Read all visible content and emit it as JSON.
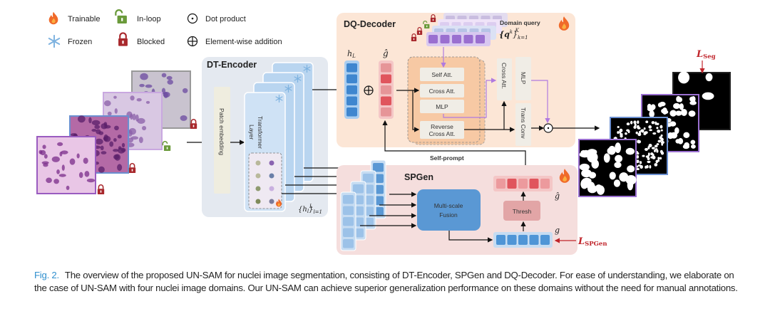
{
  "legend": {
    "trainable": "Trainable",
    "in_loop": "In-loop",
    "dot_product": "Dot product",
    "frozen": "Frozen",
    "blocked": "Blocked",
    "addition": "Element-wise addition"
  },
  "encoder": {
    "title": "DT-Encoder",
    "patch_embedding": "Patch embedding",
    "transformer_line1": "Transformer",
    "transformer_line2": "Layer",
    "features_label": {
      "base": "{h",
      "sub_inner": "l",
      "close": "}",
      "sub": "l=1",
      "sup": "L"
    }
  },
  "decoder": {
    "title": "DQ-Decoder",
    "domain_query": "Domain query",
    "query_label": {
      "base": "{q",
      "sup_inner": "k",
      "close": "}",
      "sub": "k=1",
      "sup": "K"
    },
    "h_label": {
      "base": "h",
      "sub": "L"
    },
    "g_hat": "ĝ",
    "self_att": "Self Att.",
    "cross_att": "Cross Att.",
    "mlp": "MLP",
    "reverse_line1": "Reverse",
    "reverse_line2": "Cross Att.",
    "cross_att_vertical": "Cross Att.",
    "mlp_vertical": "MLP",
    "trans_conv": "Trans Conv"
  },
  "self_prompt": "Self-prompt",
  "spgen": {
    "title": "SPGen",
    "fusion_line1": "Multi-scale",
    "fusion_line2": "Fusion",
    "thresh": "Thresh",
    "g_hat": "ĝ",
    "g": "g"
  },
  "losses": {
    "seg": {
      "base": "L",
      "sub": "Seg"
    },
    "spgen": {
      "base": "L",
      "sub": "SPGen"
    }
  },
  "colors": {
    "encoder_bg": "#e4e9f0",
    "decoder_bg": "#fce6d6",
    "spgen_bg": "#f5dedd",
    "blue": "#4f95d6",
    "red": "#e0555d",
    "purple_arrow": "#b07ae0",
    "loss_red": "#c0252b",
    "lock_red": "#a8282c",
    "lock_green": "#6a9a3a",
    "caption_fig": "#2f8fce"
  },
  "caption": {
    "label": "Fig. 2.",
    "text": "The overview of the proposed UN-SAM for nuclei image segmentation, consisting of DT-Encoder, SPGen and DQ-Decoder. For ease of understanding, we elaborate on the case of UN-SAM with four nuclei image domains. Our UN-SAM can achieve superior generalization performance on these domains without the need for manual annotations."
  }
}
